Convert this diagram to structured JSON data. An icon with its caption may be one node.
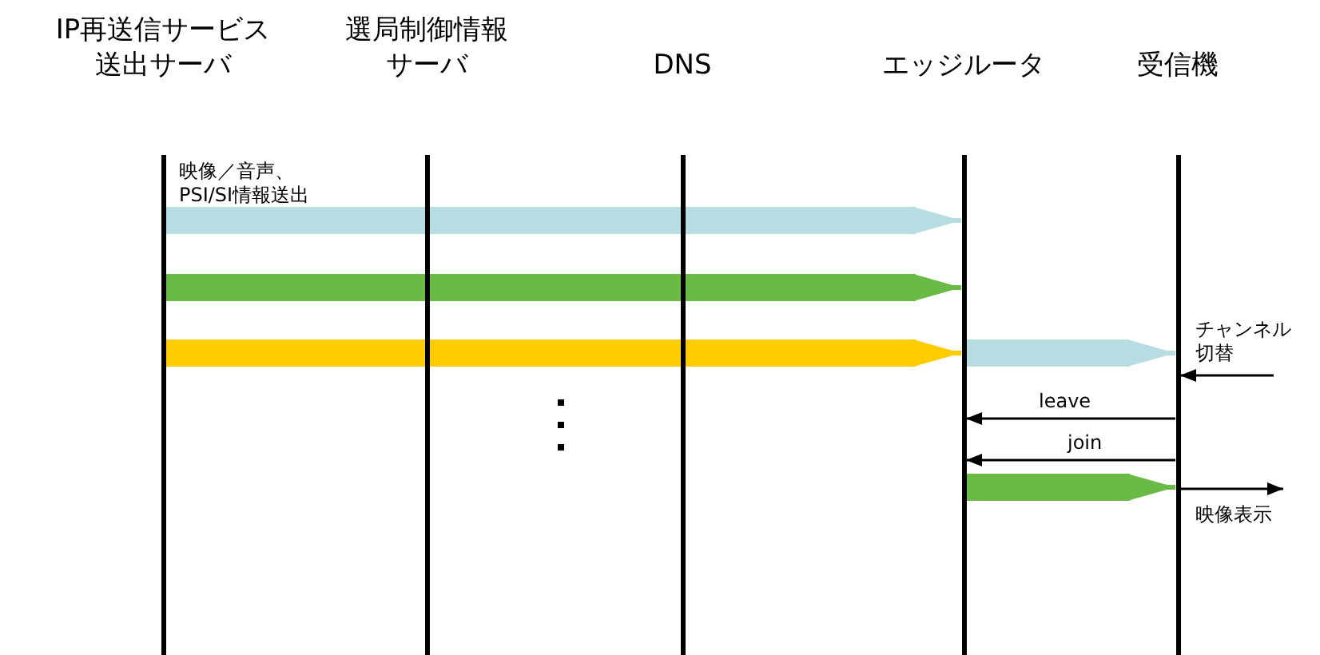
{
  "diagram": {
    "nodes": [
      {
        "text": [
          "IP再送信サービス送出サーバ"
        ]
      },
      {
        "text": [
          "選局制御情報サーバ"
        ]
      },
      {
        "text": [
          "DNS"
        ]
      },
      {
        "text": [
          "エッジルータ"
        ]
      },
      {
        "text": [
          "受信機"
        ]
      }
    ],
    "edges": [
      {
        "from": 0,
        "to": 3,
        "arrow": "to",
        "label": "映像／音声、PSI/SI情報送出",
        "color": "#b7dde3"
      },
      {
        "from": 0,
        "to": 3,
        "arrow": "to",
        "color": "#6abb45"
      },
      {
        "from": 0,
        "to": 3,
        "arrow": "to",
        "color": "#ffcc00"
      },
      {
        "from": 3,
        "to": 4,
        "arrow": "to",
        "color": "#b7dde3"
      },
      {
        "from": null,
        "to": 4,
        "arrow": "to",
        "label": "チャンネル切替"
      },
      {
        "from": 4,
        "to": 3,
        "arrow": "to",
        "label": "leave"
      },
      {
        "from": 4,
        "to": 3,
        "arrow": "to",
        "label": "join"
      },
      {
        "from": 3,
        "to": 4,
        "arrow": "to",
        "color": "#6abb45"
      },
      {
        "from": 4,
        "to": null,
        "arrow": "to",
        "label": "映像表示"
      }
    ]
  }
}
